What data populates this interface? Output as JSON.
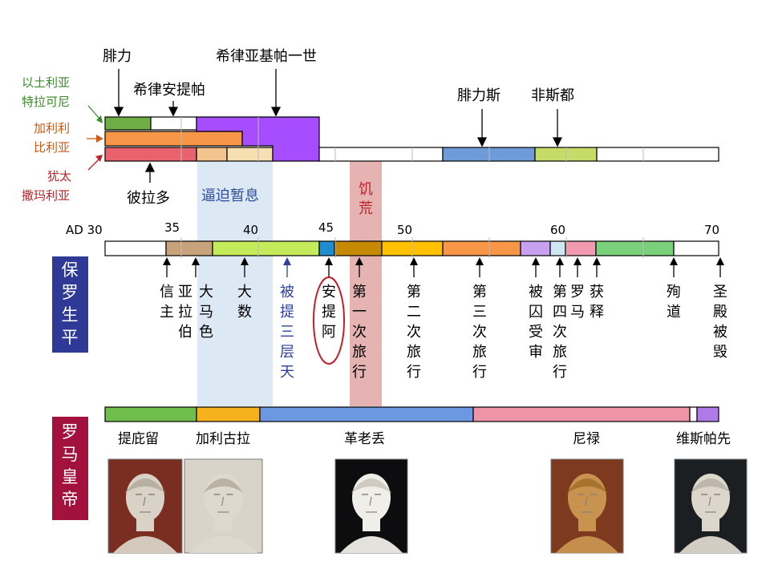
{
  "colors": {
    "green": "#70ad47",
    "orange": "#f79646",
    "red": "#e8636e",
    "purple": "#a64dff",
    "blue": "#6f9bd8",
    "yellowgreen": "#c7db6b",
    "tan": "#c8a27a",
    "peach": "#f4d6a3",
    "lime": "#c4ec5a",
    "teal": "#1f8ed0",
    "darkgold": "#c68a00",
    "gold": "#ffc000",
    "lavender": "#c7a0ef",
    "lightblue": "#cfe7f0",
    "pink": "#f19ab0",
    "mint": "#7bd07b",
    "highlight_blue": "#dce9f5",
    "highlight_red": "#e6b3b3",
    "paul_box": "#2e3a96",
    "rome_box": "#a3113e",
    "emperor_gold": "#f5b21d",
    "emperor_green": "#6fbd4c",
    "emperor_blue": "#6b98e0",
    "emperor_pink": "#ef93a7",
    "emperor_purple": "#b07be8"
  },
  "top_labels": {
    "philip": "腓力",
    "herod_agrippa": "希律亚基帕一世",
    "herod_antipas": "希律安提帕",
    "felix": "腓力斯",
    "festus": "非斯都",
    "pilate": "彼拉多",
    "respite": "逼迫暂息",
    "famine": "饥荒"
  },
  "region_labels": {
    "ituraea": [
      "以土利亚",
      "特拉可尼"
    ],
    "galilee": [
      "加利利",
      "比利亚"
    ],
    "judea": [
      "犹太",
      "撒玛利亚"
    ]
  },
  "timeline": {
    "ticks": [
      "AD 30",
      "35",
      "40",
      "45",
      "50",
      "60",
      "70"
    ]
  },
  "paul_events": [
    {
      "text": "信主"
    },
    {
      "text": "亚拉伯"
    },
    {
      "text": "大马色"
    },
    {
      "text": "大数"
    },
    {
      "text": "被提三层天"
    },
    {
      "text": "安提阿"
    },
    {
      "text": "第一次旅行"
    },
    {
      "text": "第二次旅行"
    },
    {
      "text": "第三次旅行"
    },
    {
      "text": "被囚受审"
    },
    {
      "text": "第四次旅行"
    },
    {
      "text": "罗马"
    },
    {
      "text": "获释"
    },
    {
      "text": "殉道"
    },
    {
      "text": "圣殿被毁"
    }
  ],
  "side_boxes": {
    "paul": "保罗生平",
    "rome": "罗马皇帝"
  },
  "emperors": [
    "提庇留",
    "加利古拉",
    "革老丢",
    "尼禄",
    "维斯帕先"
  ],
  "portraits": [
    "tiberius-portrait",
    "caligula-portrait",
    "claudius-portrait",
    "nero-portrait",
    "vespasian-portrait"
  ]
}
